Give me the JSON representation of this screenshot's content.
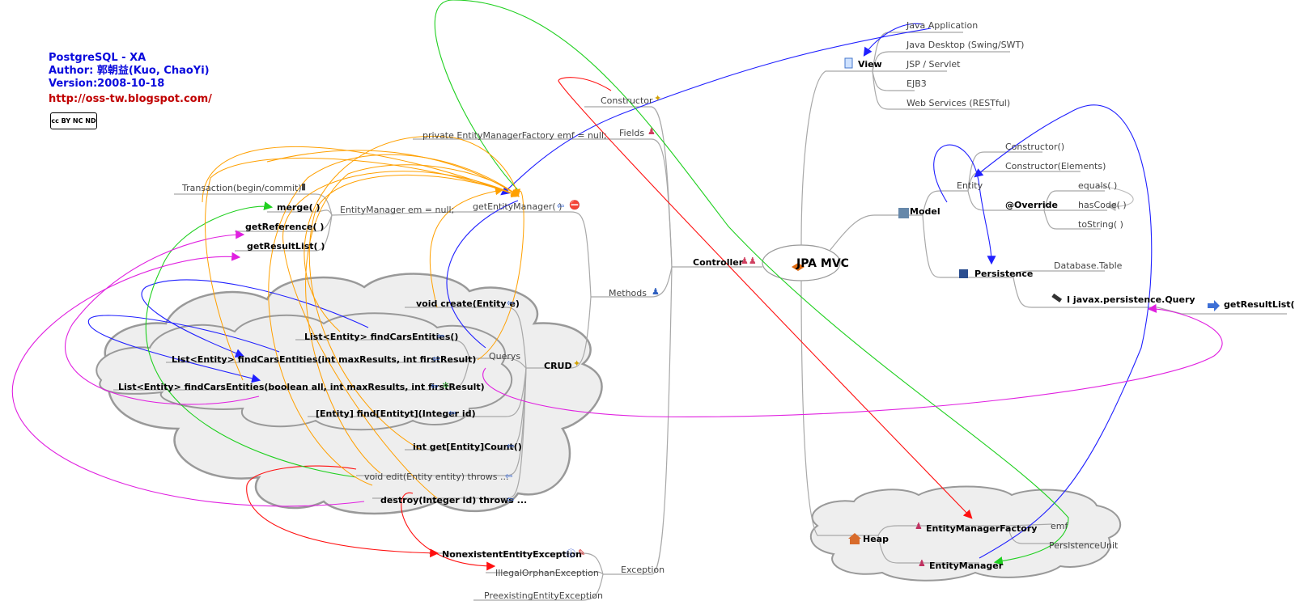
{
  "header": {
    "title": "PostgreSQL - XA",
    "author": "Author: 郭朝益(Kuo, ChaoYi)",
    "version": "Version:2008-10-18",
    "url": "http://oss-tw.blogspot.com/",
    "license_badge": "cc BY NC ND"
  },
  "center": {
    "label": "JPA MVC"
  },
  "view": {
    "label": "View",
    "items": [
      "Java Application",
      "Java Desktop (Swing/SWT)",
      "JSP / Servlet",
      "EJB3",
      "Web Services (RESTful)"
    ]
  },
  "model": {
    "label": "Model",
    "entity": {
      "label": "Entity",
      "constructors": [
        "Constructor()",
        "Constructor(Elements)"
      ],
      "override_label": "@Override",
      "override_items": [
        "equals( )",
        "hasCode( )",
        "toString( )"
      ]
    },
    "persistence": {
      "label": "Persistence",
      "table": "Database.Table",
      "query": "I javax.persistence.Query",
      "get_result_list": "getResultList( )"
    }
  },
  "heap": {
    "label": "Heap",
    "emf": "EntityManagerFactory",
    "emf_alias": "emf",
    "persistence_unit": "PersistenceUnit",
    "em": "EntityManager"
  },
  "controller": {
    "label": "Controller",
    "constructor": "Constructor",
    "fields": "Fields",
    "field_value": "private EntityManagerFactory emf = null;",
    "methods": "Methods",
    "get_entity_manager": "getEntityManager( )",
    "em_declaration": "EntityManager em = null;",
    "transaction": "Transaction(begin/commit)",
    "merge": "merge( )",
    "get_reference": "getReference( )",
    "get_result_list": "getResultList( )",
    "crud": "CRUD",
    "querys": "Querys",
    "create": "void create(Entity e)",
    "find_all": "List<Entity> findCarsEntities()",
    "find_paged": "List<Entity> findCarsEntities(int maxResults, int firstResult)",
    "find_all_paged": "List<Entity> findCarsEntities(boolean all, int maxResults, int firstResult)",
    "find_by_id": "[Entity] find[Entityt](Integer id)",
    "count": "int get[Entity]Count()",
    "edit": "void edit(Entity entity) throws ...",
    "destroy": "destroy(Integer id) throws ...",
    "exception": "Exception",
    "exceptions": [
      "NonexistentEntityException",
      "IllegalOrphanException",
      "PreexistingEntityException"
    ]
  },
  "colors": {
    "header_blue": "#0a0adc",
    "header_red": "#c00000",
    "link_blue": "#2020ff",
    "link_red": "#ff1010",
    "link_green": "#20d020",
    "link_orange": "#ffa000",
    "link_magenta": "#e020e0",
    "cloud_fill": "#eeeeee",
    "cloud_stroke": "#999999",
    "branch": "#a8a8a8"
  },
  "icons": [
    "document-icon",
    "model-icon",
    "persistence-book-icon",
    "query-tool-icon",
    "home-icon",
    "person-icon",
    "magic-wand-icon",
    "arrow-left-icon",
    "stop-icon",
    "info-icon",
    "pencil-icon",
    "arrow-right-icon",
    "gear-icon"
  ]
}
